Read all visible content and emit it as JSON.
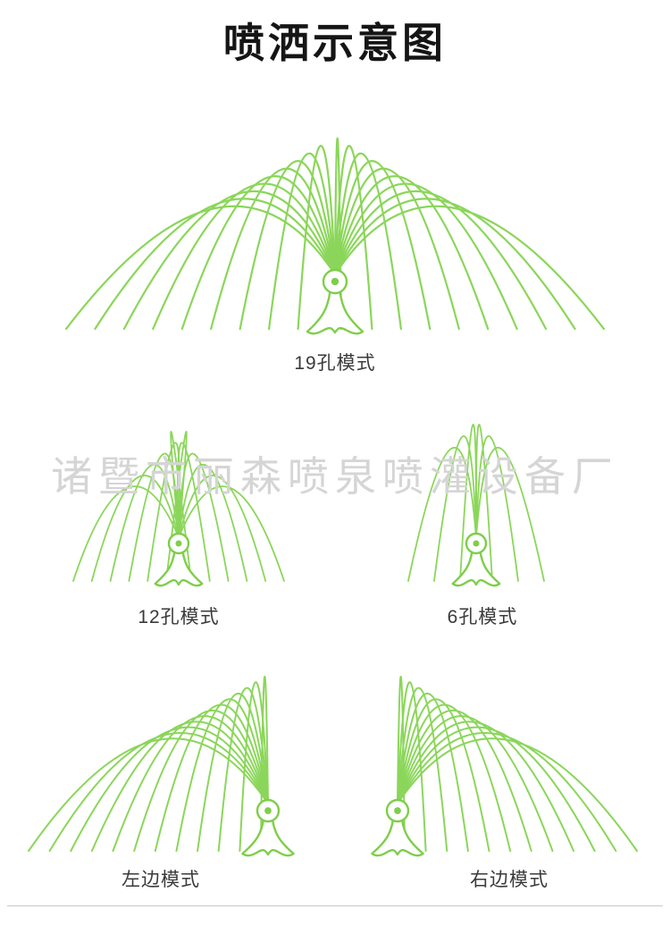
{
  "page": {
    "title": "喷洒示意图",
    "watermark": "诸暨市丽森喷泉喷灌设备厂"
  },
  "colors": {
    "spray_green": "#8BD65A",
    "base_green": "#7FCE4A",
    "label_text": "#3a3a3a",
    "watermark_gray": "#d5d5d5"
  },
  "modes": [
    {
      "id": "mode-19",
      "label": "19孔模式",
      "pattern": "full",
      "holes": 19
    },
    {
      "id": "mode-12",
      "label": "12孔模式",
      "pattern": "double_wide",
      "holes": 12
    },
    {
      "id": "mode-6",
      "label": "6孔模式",
      "pattern": "double_narrow",
      "holes": 6
    },
    {
      "id": "mode-left",
      "label": "左边模式",
      "pattern": "left_fan"
    },
    {
      "id": "mode-right",
      "label": "右边模式",
      "pattern": "right_fan"
    }
  ]
}
